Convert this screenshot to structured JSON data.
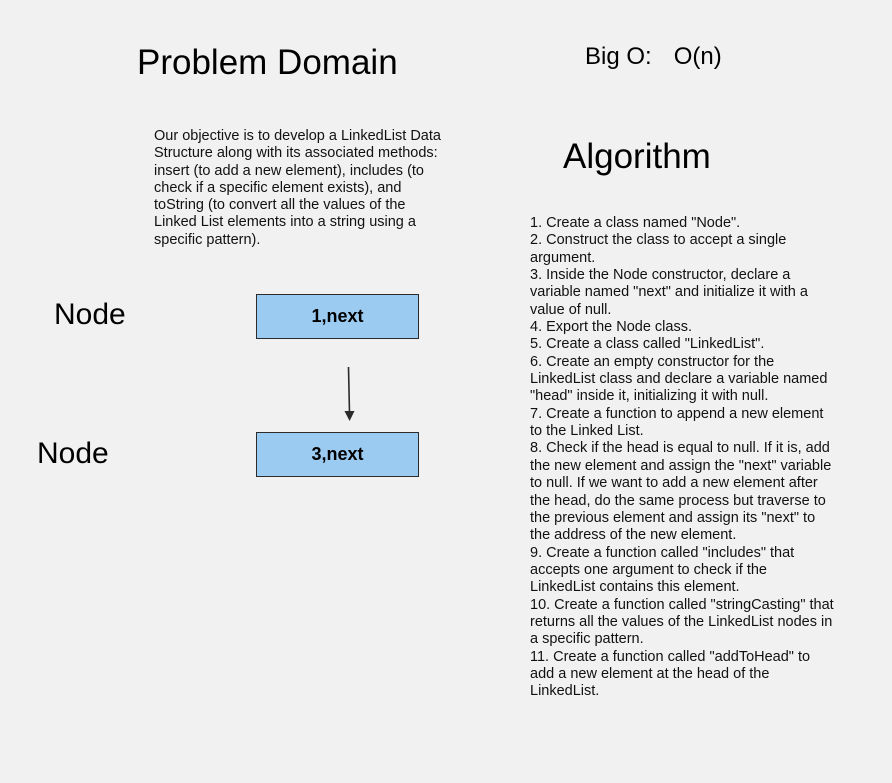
{
  "problem_domain": {
    "title": "Problem Domain",
    "objective": "Our objective is to develop a LinkedList Data Structure along with its associated methods: insert (to add a new element), includes (to check if a specific element exists), and toString (to convert all the values of the Linked List elements into a string using a specific pattern)."
  },
  "big_o": {
    "label": "Big O:",
    "value": "O(n)"
  },
  "algorithm": {
    "title": "Algorithm",
    "steps": [
      "1. Create a class named \"Node\".",
      "2. Construct the class to accept a single argument.",
      "3. Inside the Node constructor, declare a variable named \"next\" and initialize it with a value of null.",
      "4. Export the Node class.",
      "5. Create a class called \"LinkedList\".",
      "6. Create an empty constructor for the LinkedList class and declare a variable named \"head\" inside it, initializing it with null.",
      "7. Create a function to append a new element to the Linked List.",
      "8. Check if the head is equal to null. If it is, add the new element and assign the \"next\" variable to null. If we want to add a new element after the head, do the same process but traverse to the previous element and assign its \"next\" to the address of the new element.",
      "9. Create a function called \"includes\" that accepts one argument to check if the LinkedList contains this element.",
      "10. Create a function called \"stringCasting\" that returns all the values of the LinkedList nodes in a specific pattern.",
      "11. Create a function called \"addToHead\" to add a new element at the head of the LinkedList."
    ]
  },
  "diagram": {
    "nodes": [
      {
        "label": "Node",
        "box_text": "1,next"
      },
      {
        "label": "Node",
        "box_text": "3,next"
      }
    ],
    "box_color": "#9ccbf2",
    "border_color": "#2b2b2b"
  }
}
